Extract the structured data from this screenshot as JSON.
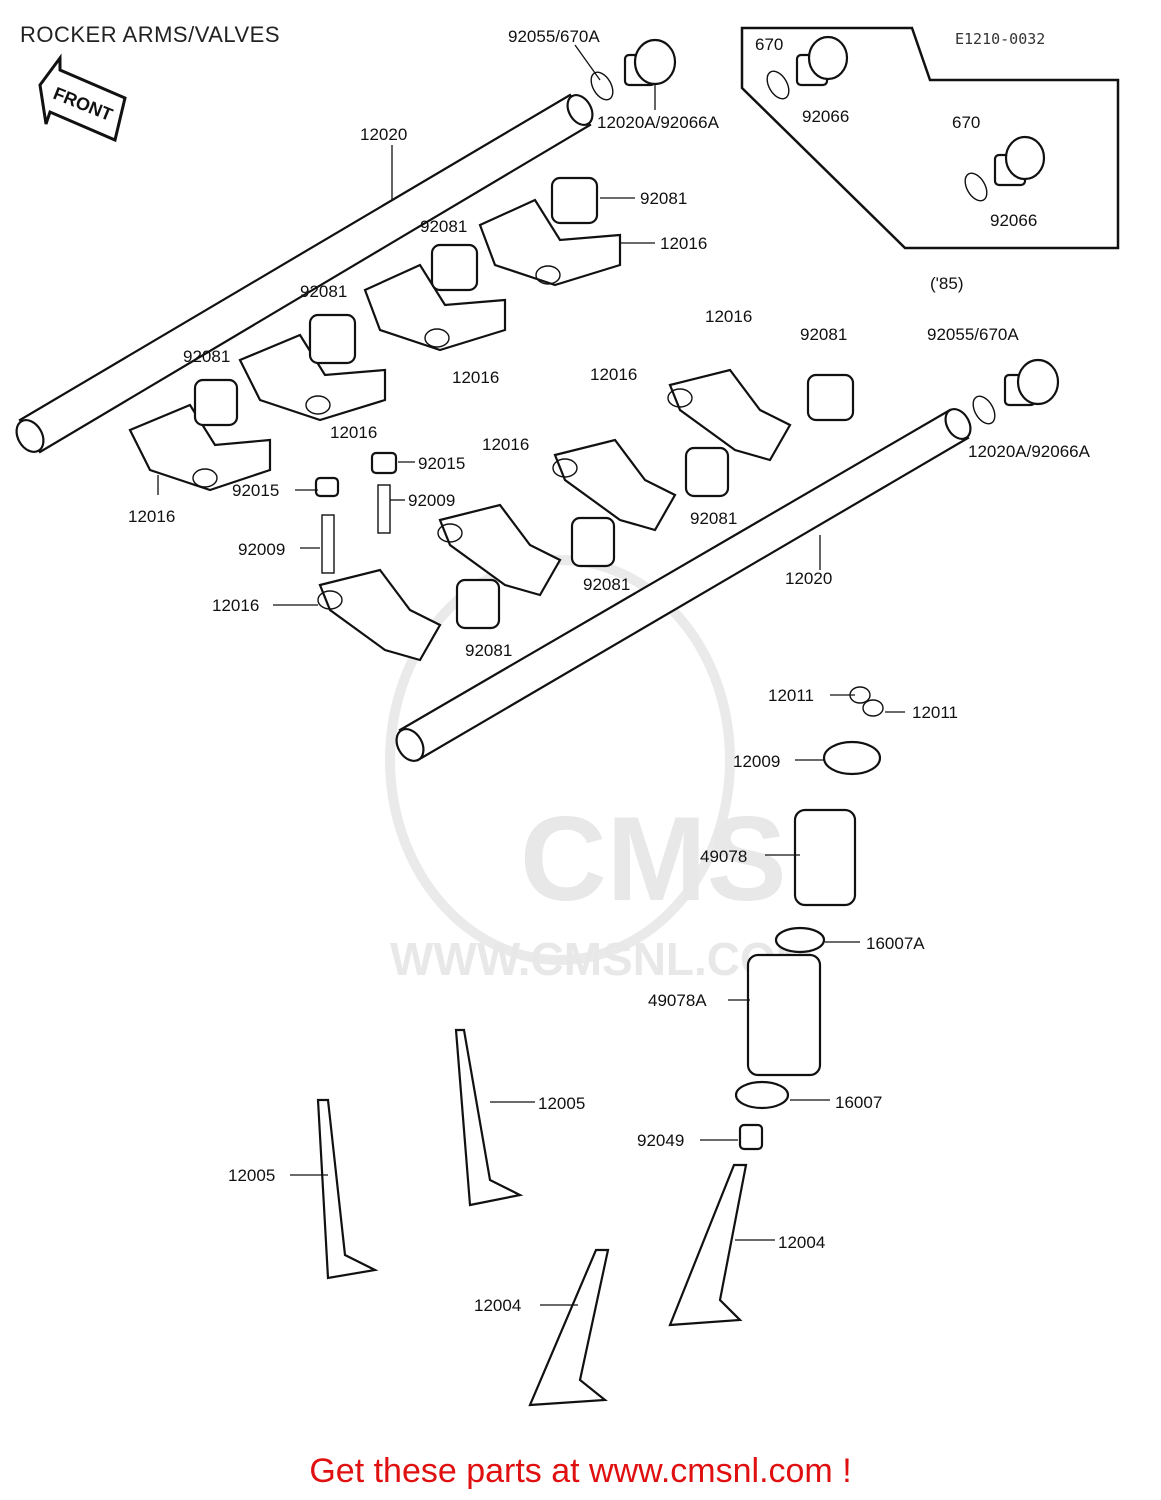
{
  "title": "ROCKER ARMS/VALVES",
  "ref_code": "E1210-0032",
  "front_label": "FRONT",
  "variant_label": "('85)",
  "watermark": {
    "logo": "CMS",
    "url": "WWW.CMSNL.COM"
  },
  "footer": {
    "text": "Get these parts at www.cmsnl.com !",
    "color": "#e01010"
  },
  "labels": [
    "92055/670A",
    "12020A/92066A",
    "670",
    "92066",
    "670",
    "92066",
    "12020",
    "92081",
    "92081",
    "12016",
    "92081",
    "12016",
    "92081",
    "12016",
    "12016",
    "92015",
    "92015",
    "92009",
    "92009",
    "12016",
    "92055/670A",
    "12020A/92066A",
    "12016",
    "92081",
    "12016",
    "12016",
    "92081",
    "92081",
    "92081",
    "12020",
    "12011",
    "12011",
    "12009",
    "49078",
    "16007A",
    "49078A",
    "16007",
    "92049",
    "12005",
    "12005",
    "12004",
    "12004"
  ]
}
